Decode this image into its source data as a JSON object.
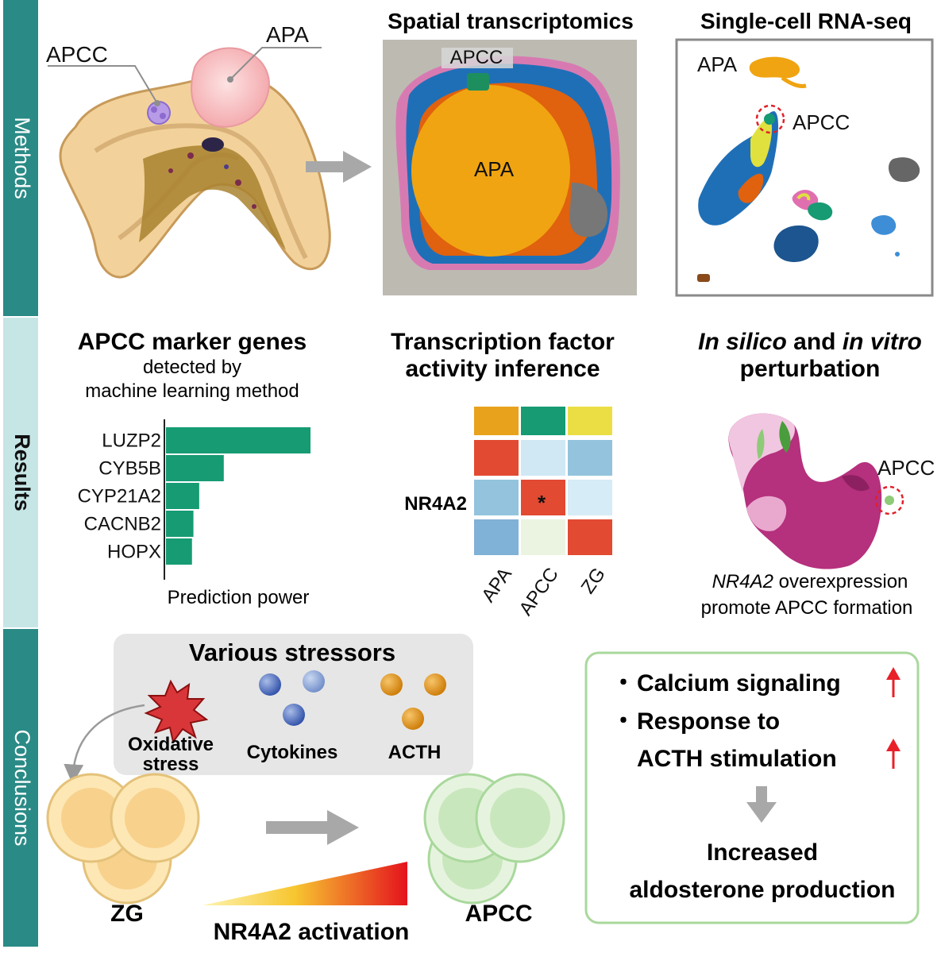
{
  "sections": {
    "methods": "Methods",
    "results": "Results",
    "conclusions": "Conclusions"
  },
  "methods": {
    "adrenal": {
      "label_apcc": "APCC",
      "label_apa": "APA"
    },
    "spatial": {
      "title": "Spatial transcriptomics",
      "label_apcc": "APCC",
      "label_apa": "APA"
    },
    "singlecell": {
      "title": "Single-cell RNA-seq",
      "label_apa": "APA",
      "label_apcc": "APCC"
    }
  },
  "results": {
    "markers": {
      "title": "APCC marker genes",
      "subtitle1": "detected by",
      "subtitle2": "machine learning method",
      "xlabel": "Prediction power"
    },
    "tf": {
      "title1": "Transcription factor",
      "title2": "activity inference",
      "row_label": "NR4A2",
      "star": "*"
    },
    "perturb": {
      "title_it1": "In silico",
      "title_and": " and ",
      "title_it2": "in vitro",
      "title2": "perturbation",
      "label_apcc": "APCC",
      "caption_gene": "NR4A2",
      "caption_rest": " overexpression",
      "caption2": "promote APCC formation"
    }
  },
  "chart_data": {
    "type": "bar",
    "orientation": "horizontal",
    "categories": [
      "LUZP2",
      "CYB5B",
      "CYP21A2",
      "CACNB2",
      "HOPX"
    ],
    "values": [
      1.0,
      0.4,
      0.23,
      0.19,
      0.18
    ],
    "xlabel": "Prediction power",
    "color": "#169b73"
  },
  "heatmap": {
    "columns": [
      "APA",
      "APCC",
      "ZG"
    ],
    "header_colors": [
      "#e8a21c",
      "#169b73",
      "#ebde45"
    ],
    "rows": [
      [
        "#e24a32",
        "#cfe8f4",
        "#93c3dd"
      ],
      [
        "#93c3dd",
        "#e24a32",
        "#d6ecf6"
      ],
      [
        "#80b1d6",
        "#eaf4e0",
        "#e24a32"
      ]
    ]
  },
  "conclusions": {
    "stressors": {
      "title": "Various stressors",
      "oxidative1": "Oxidative",
      "oxidative2": "stress",
      "cytokines": "Cytokines",
      "acth": "ACTH"
    },
    "zg_label": "ZG",
    "apcc_label": "APCC",
    "gradient_label": "NR4A2 activation",
    "effects": {
      "bullet": "・",
      "item1": "Calcium signaling",
      "item2a": "Response to",
      "item2b": "ACTH stimulation",
      "result1": "Increased",
      "result2": "aldosterone production"
    }
  },
  "colors": {
    "sidebar_teal": "#2a8a86",
    "sidebar_light": "#c6e6e6",
    "apa_orange": "#e8a21c",
    "apcc_green": "#169b73",
    "arrow_red": "#e8202a",
    "box_green": "#a9d89c"
  }
}
